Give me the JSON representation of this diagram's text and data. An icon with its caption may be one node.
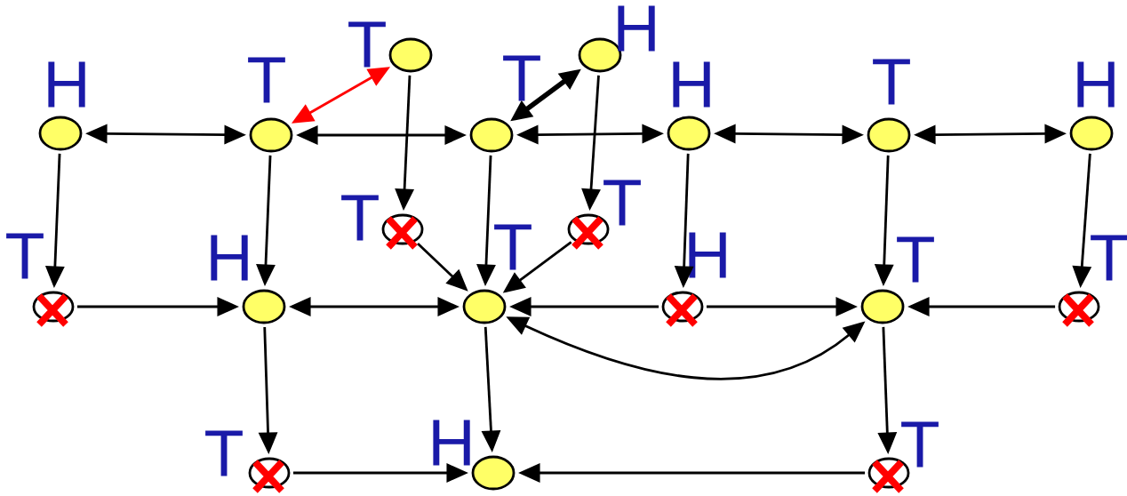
{
  "diagram": {
    "nodes": [
      {
        "text": [],
        "shape": "ellipse",
        "beside": [
          "H"
        ]
      },
      {
        "text": [],
        "shape": "ellipse",
        "beside": [
          "T"
        ]
      },
      {
        "text": [],
        "shape": "ellipse",
        "beside": [
          "T"
        ]
      },
      {
        "text": [],
        "shape": "ellipse",
        "beside": [
          "T"
        ]
      },
      {
        "text": [],
        "shape": "ellipse",
        "beside": [
          "H"
        ]
      },
      {
        "text": [],
        "shape": "ellipse",
        "beside": [
          "H"
        ]
      },
      {
        "text": [],
        "shape": "ellipse",
        "beside": [
          "T"
        ]
      },
      {
        "text": [],
        "shape": "ellipse",
        "beside": [
          "H"
        ]
      },
      {
        "text": [],
        "shape": "crossed",
        "beside": [
          "T"
        ]
      },
      {
        "text": [],
        "shape": "crossed",
        "beside": [
          "T"
        ]
      },
      {
        "text": [],
        "shape": "crossed",
        "beside": [
          "T"
        ]
      },
      {
        "text": [],
        "shape": "ellipse",
        "beside": [
          "H"
        ]
      },
      {
        "text": [],
        "shape": "ellipse",
        "beside": [
          "T"
        ]
      },
      {
        "text": [],
        "shape": "crossed",
        "beside": [
          "H"
        ]
      },
      {
        "text": [],
        "shape": "ellipse",
        "beside": [
          "T"
        ]
      },
      {
        "text": [],
        "shape": "crossed",
        "beside": [
          "T"
        ]
      },
      {
        "text": [],
        "shape": "crossed",
        "beside": [
          "T"
        ]
      },
      {
        "text": [],
        "shape": "ellipse",
        "beside": [
          "H"
        ]
      },
      {
        "text": [],
        "shape": "crossed",
        "beside": [
          "T"
        ]
      }
    ],
    "edges": [
      {
        "from": 0,
        "to": 1,
        "arrow": "both"
      },
      {
        "from": 1,
        "to": 3,
        "arrow": "both"
      },
      {
        "from": 3,
        "to": 5,
        "arrow": "both"
      },
      {
        "from": 5,
        "to": 6,
        "arrow": "both"
      },
      {
        "from": 6,
        "to": 7,
        "arrow": "both"
      },
      {
        "from": 2,
        "to": 1,
        "arrow": "both",
        "color": "#ff0000"
      },
      {
        "from": 4,
        "to": 3,
        "arrow": "both",
        "style": "thick"
      },
      {
        "from": 0,
        "to": 10,
        "arrow": "to"
      },
      {
        "from": 1,
        "to": 11,
        "arrow": "to"
      },
      {
        "from": 2,
        "to": 8,
        "arrow": "to"
      },
      {
        "from": 3,
        "to": 12,
        "arrow": "to"
      },
      {
        "from": 4,
        "to": 9,
        "arrow": "to"
      },
      {
        "from": 5,
        "to": 13,
        "arrow": "to"
      },
      {
        "from": 6,
        "to": 14,
        "arrow": "to"
      },
      {
        "from": 7,
        "to": 15,
        "arrow": "to"
      },
      {
        "from": 8,
        "to": 12,
        "arrow": "to"
      },
      {
        "from": 9,
        "to": 12,
        "arrow": "to"
      },
      {
        "from": 10,
        "to": 11,
        "arrow": "to"
      },
      {
        "from": 11,
        "to": 12,
        "arrow": "both"
      },
      {
        "from": 13,
        "to": 12,
        "arrow": "to"
      },
      {
        "from": 13,
        "to": 14,
        "arrow": "to"
      },
      {
        "from": 15,
        "to": 14,
        "arrow": "to"
      },
      {
        "from": 12,
        "to": 14,
        "arrow": "both"
      },
      {
        "from": 11,
        "to": 16,
        "arrow": "to"
      },
      {
        "from": 12,
        "to": 17,
        "arrow": "to"
      },
      {
        "from": 14,
        "to": 18,
        "arrow": "to"
      },
      {
        "from": 16,
        "to": 17,
        "arrow": "to"
      },
      {
        "from": 18,
        "to": 17,
        "arrow": "to"
      }
    ]
  }
}
